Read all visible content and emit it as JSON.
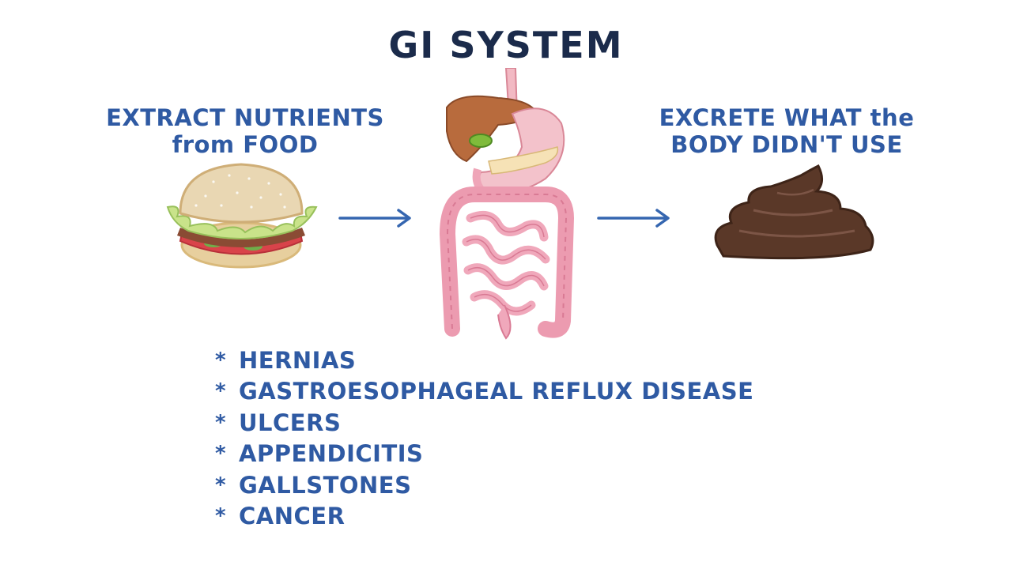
{
  "title": "GI SYSTEM",
  "left_caption": {
    "line1": "EXTRACT NUTRIENTS",
    "line2": "from FOOD"
  },
  "right_caption": {
    "line1": "EXCRETE WHAT the",
    "line2": "BODY DIDN'T USE"
  },
  "bullet_symbol": "*",
  "diseases": [
    {
      "label": "HERNIAS"
    },
    {
      "label": "GASTROESOPHAGEAL REFLUX DISEASE"
    },
    {
      "label": "ULCERS"
    },
    {
      "label": "APPENDICITIS"
    },
    {
      "label": "GALLSTONES"
    },
    {
      "label": "CANCER"
    }
  ],
  "colors": {
    "title": "#1b2b4b",
    "text": "#2f5aa3",
    "arrow": "#3566b0",
    "bun": "#e9d7b3",
    "lettuce": "#c9e38a",
    "tomato": "#e05a5a",
    "liver": "#b86b3d",
    "stomach": "#f3b8c0",
    "intestine": "#f0a8bb",
    "stool": "#5a3828"
  },
  "icons": [
    "burger-icon",
    "gi-tract-icon",
    "stool-icon",
    "arrow-right-icon"
  ]
}
